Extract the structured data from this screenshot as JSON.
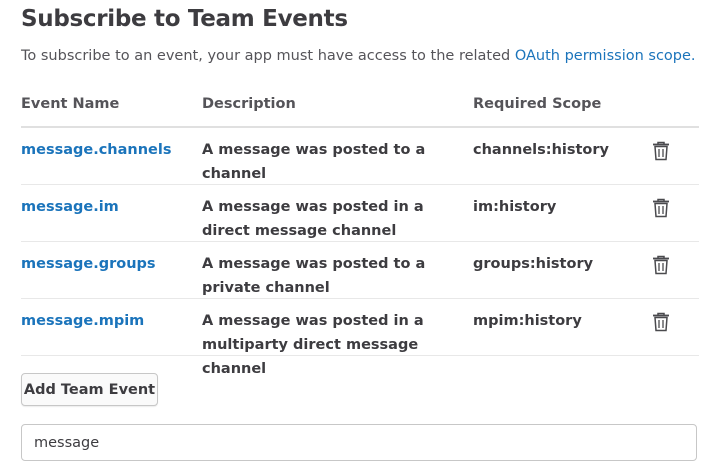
{
  "title": "Subscribe to Team Events",
  "intro": {
    "text": "To subscribe to an event, your app must have access to the related ",
    "link": "OAuth permission scope."
  },
  "table": {
    "headers": {
      "event_name": "Event Name",
      "description": "Description",
      "scope": "Required Scope"
    },
    "rows": [
      {
        "event": "message.channels",
        "description": "A message was posted to a channel",
        "scope": "channels:history"
      },
      {
        "event": "message.im",
        "description": "A message was posted in a direct message channel",
        "scope": "im:history"
      },
      {
        "event": "message.groups",
        "description": "A message was posted to a private channel",
        "scope": "groups:history"
      },
      {
        "event": "message.mpim",
        "description": "A message was posted in a multiparty direct message channel",
        "scope": "mpim:history"
      }
    ]
  },
  "add_button": "Add Team Event",
  "search": {
    "value": "message",
    "placeholder": ""
  },
  "colors": {
    "link": "#1b74bb",
    "text": "#3d3c40",
    "border": "#c7c7c7"
  },
  "icons": {
    "row_action": "trash-icon"
  }
}
